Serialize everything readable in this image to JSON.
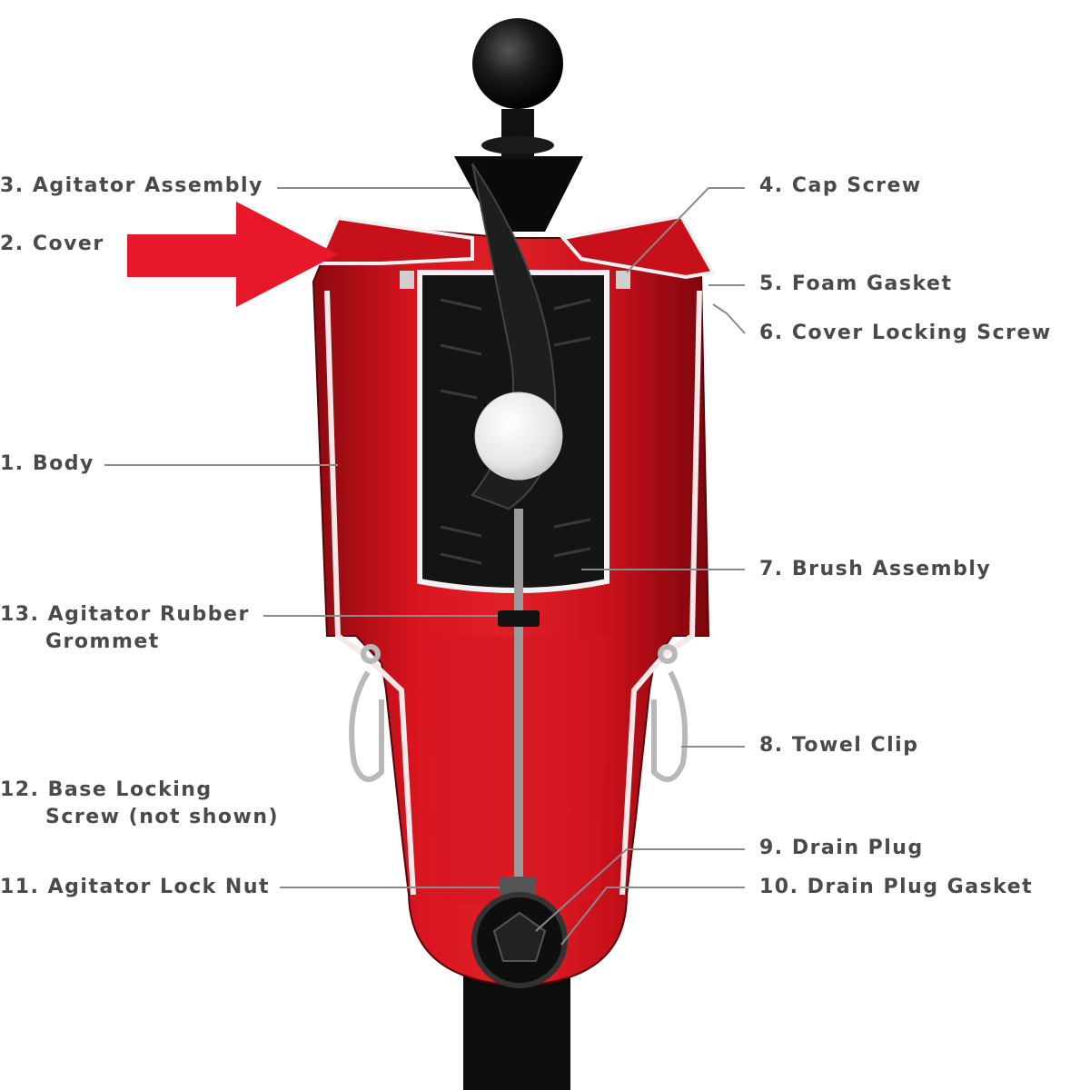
{
  "colors": {
    "body_red": "#c8101a",
    "body_dark": "#7a060c",
    "arrow_red": "#e8182a",
    "label_text": "#4a4a4a",
    "leader_line": "#8a8a8a",
    "black_part": "#111111"
  },
  "labels": {
    "agitator_assembly": "3. Agitator Assembly",
    "cover": "2. Cover",
    "body": "1. Body",
    "agitator_rubber_grommet_1": "13. Agitator Rubber",
    "agitator_rubber_grommet_2": "Grommet",
    "base_locking_screw_1": "12. Base Locking",
    "base_locking_screw_2": "Screw (not shown)",
    "agitator_lock_nut": "11. Agitator Lock Nut",
    "cap_screw": "4. Cap Screw",
    "foam_gasket": "5. Foam Gasket",
    "cover_locking_screw": "6. Cover Locking Screw",
    "brush_assembly": "7. Brush Assembly",
    "towel_clip": "8. Towel Clip",
    "drain_plug": "9. Drain Plug",
    "drain_plug_gasket": "10. Drain Plug Gasket"
  }
}
